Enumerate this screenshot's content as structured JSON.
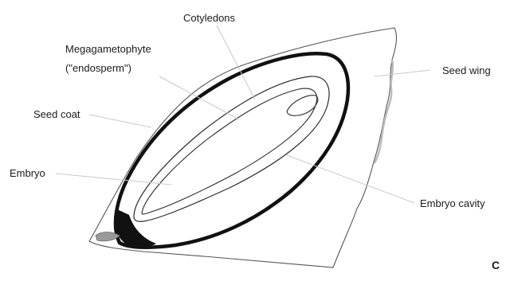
{
  "diagram": {
    "labels": {
      "cotyledons": "Cotyledons",
      "megagametophyte_line1": "Megagametophyte",
      "megagametophyte_line2": "(\"endosperm\")",
      "seed_wing": "Seed wing",
      "seed_coat": "Seed coat",
      "embryo": "Embryo",
      "embryo_cavity": "Embryo cavity",
      "panel_letter": "C"
    },
    "colors": {
      "outline": "#1a1a1a",
      "wing": "#555555",
      "leader": "#c8c8c8",
      "seed_coat_gray": "#9a9a9a"
    }
  }
}
